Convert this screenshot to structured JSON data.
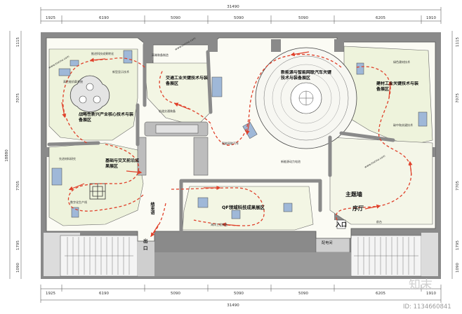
{
  "dimensions": {
    "total_width": "31490",
    "top": [
      "1925",
      "6190",
      "5090",
      "5090",
      "5090",
      "6205",
      "1910"
    ],
    "bottom": [
      "1925",
      "6190",
      "5090",
      "5090",
      "5090",
      "6205",
      "1910"
    ],
    "left_total": "18880",
    "left": [
      "1115",
      "7075",
      "7705",
      "1795",
      "1090"
    ],
    "right": [
      "1115",
      "7075",
      "7705",
      "1795",
      "1090"
    ]
  },
  "halls": {
    "strategic": "战略性新兴产业核心技术与装备展区",
    "traffic": "交通工业关键技术与装备展区",
    "energy": "新能源与智能网联汽车关键技术与装备展区",
    "materials": "建材工业关键技术与装备展区",
    "basic": "基础与交叉前沿成果展区",
    "qf": "QF领域科技成果展区",
    "theme_wall": "主题墙",
    "lobby": "序厅",
    "end_hall": "结束语"
  },
  "labels": {
    "entrance": "入口",
    "exit": "出口",
    "power_room": "配电间",
    "stair_note": "前台"
  },
  "exhibit_notes": [
    "推进科技成果转化",
    "高性能机载系统",
    "新型显示技术",
    "高端装备制造",
    "轨道交通装备",
    "智能网联汽车",
    "新能源动力电池",
    "绿色建材技术",
    "碳中和关键技术",
    "先进材料研究",
    "数字化生产线",
    "海洋工程装备"
  ],
  "watermark": {
    "site": "www.znzmo.com",
    "brand": "知末",
    "id": "ID: 1134660841"
  }
}
